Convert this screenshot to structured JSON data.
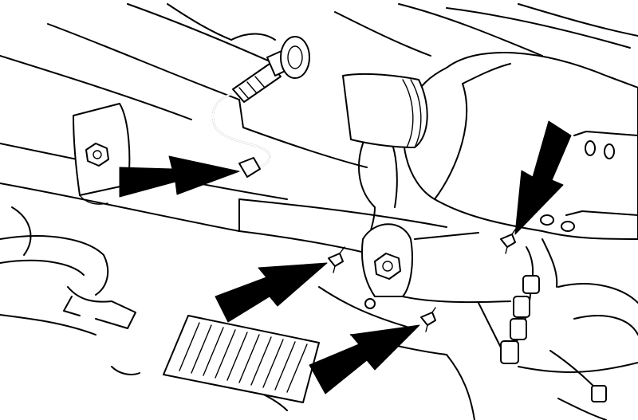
{
  "figure": {
    "kind": "line-drawing",
    "callout_arrows": 4,
    "colors": {
      "line": "#000000",
      "background": "#ffffff",
      "arrow": "#000000"
    }
  },
  "parts": [
    {
      "id": "brake-hose",
      "icon": "brake-hose-icon"
    },
    {
      "id": "bolt-left",
      "icon": "nut-icon"
    },
    {
      "id": "bolt-center",
      "icon": "nut-icon"
    },
    {
      "id": "muffler",
      "icon": "muffler-icon"
    },
    {
      "id": "clip-a",
      "icon": "clip-icon"
    },
    {
      "id": "clip-b",
      "icon": "clip-icon"
    },
    {
      "id": "clip-c",
      "icon": "clip-icon"
    },
    {
      "id": "wiring-harness",
      "icon": "harness-icon"
    }
  ]
}
